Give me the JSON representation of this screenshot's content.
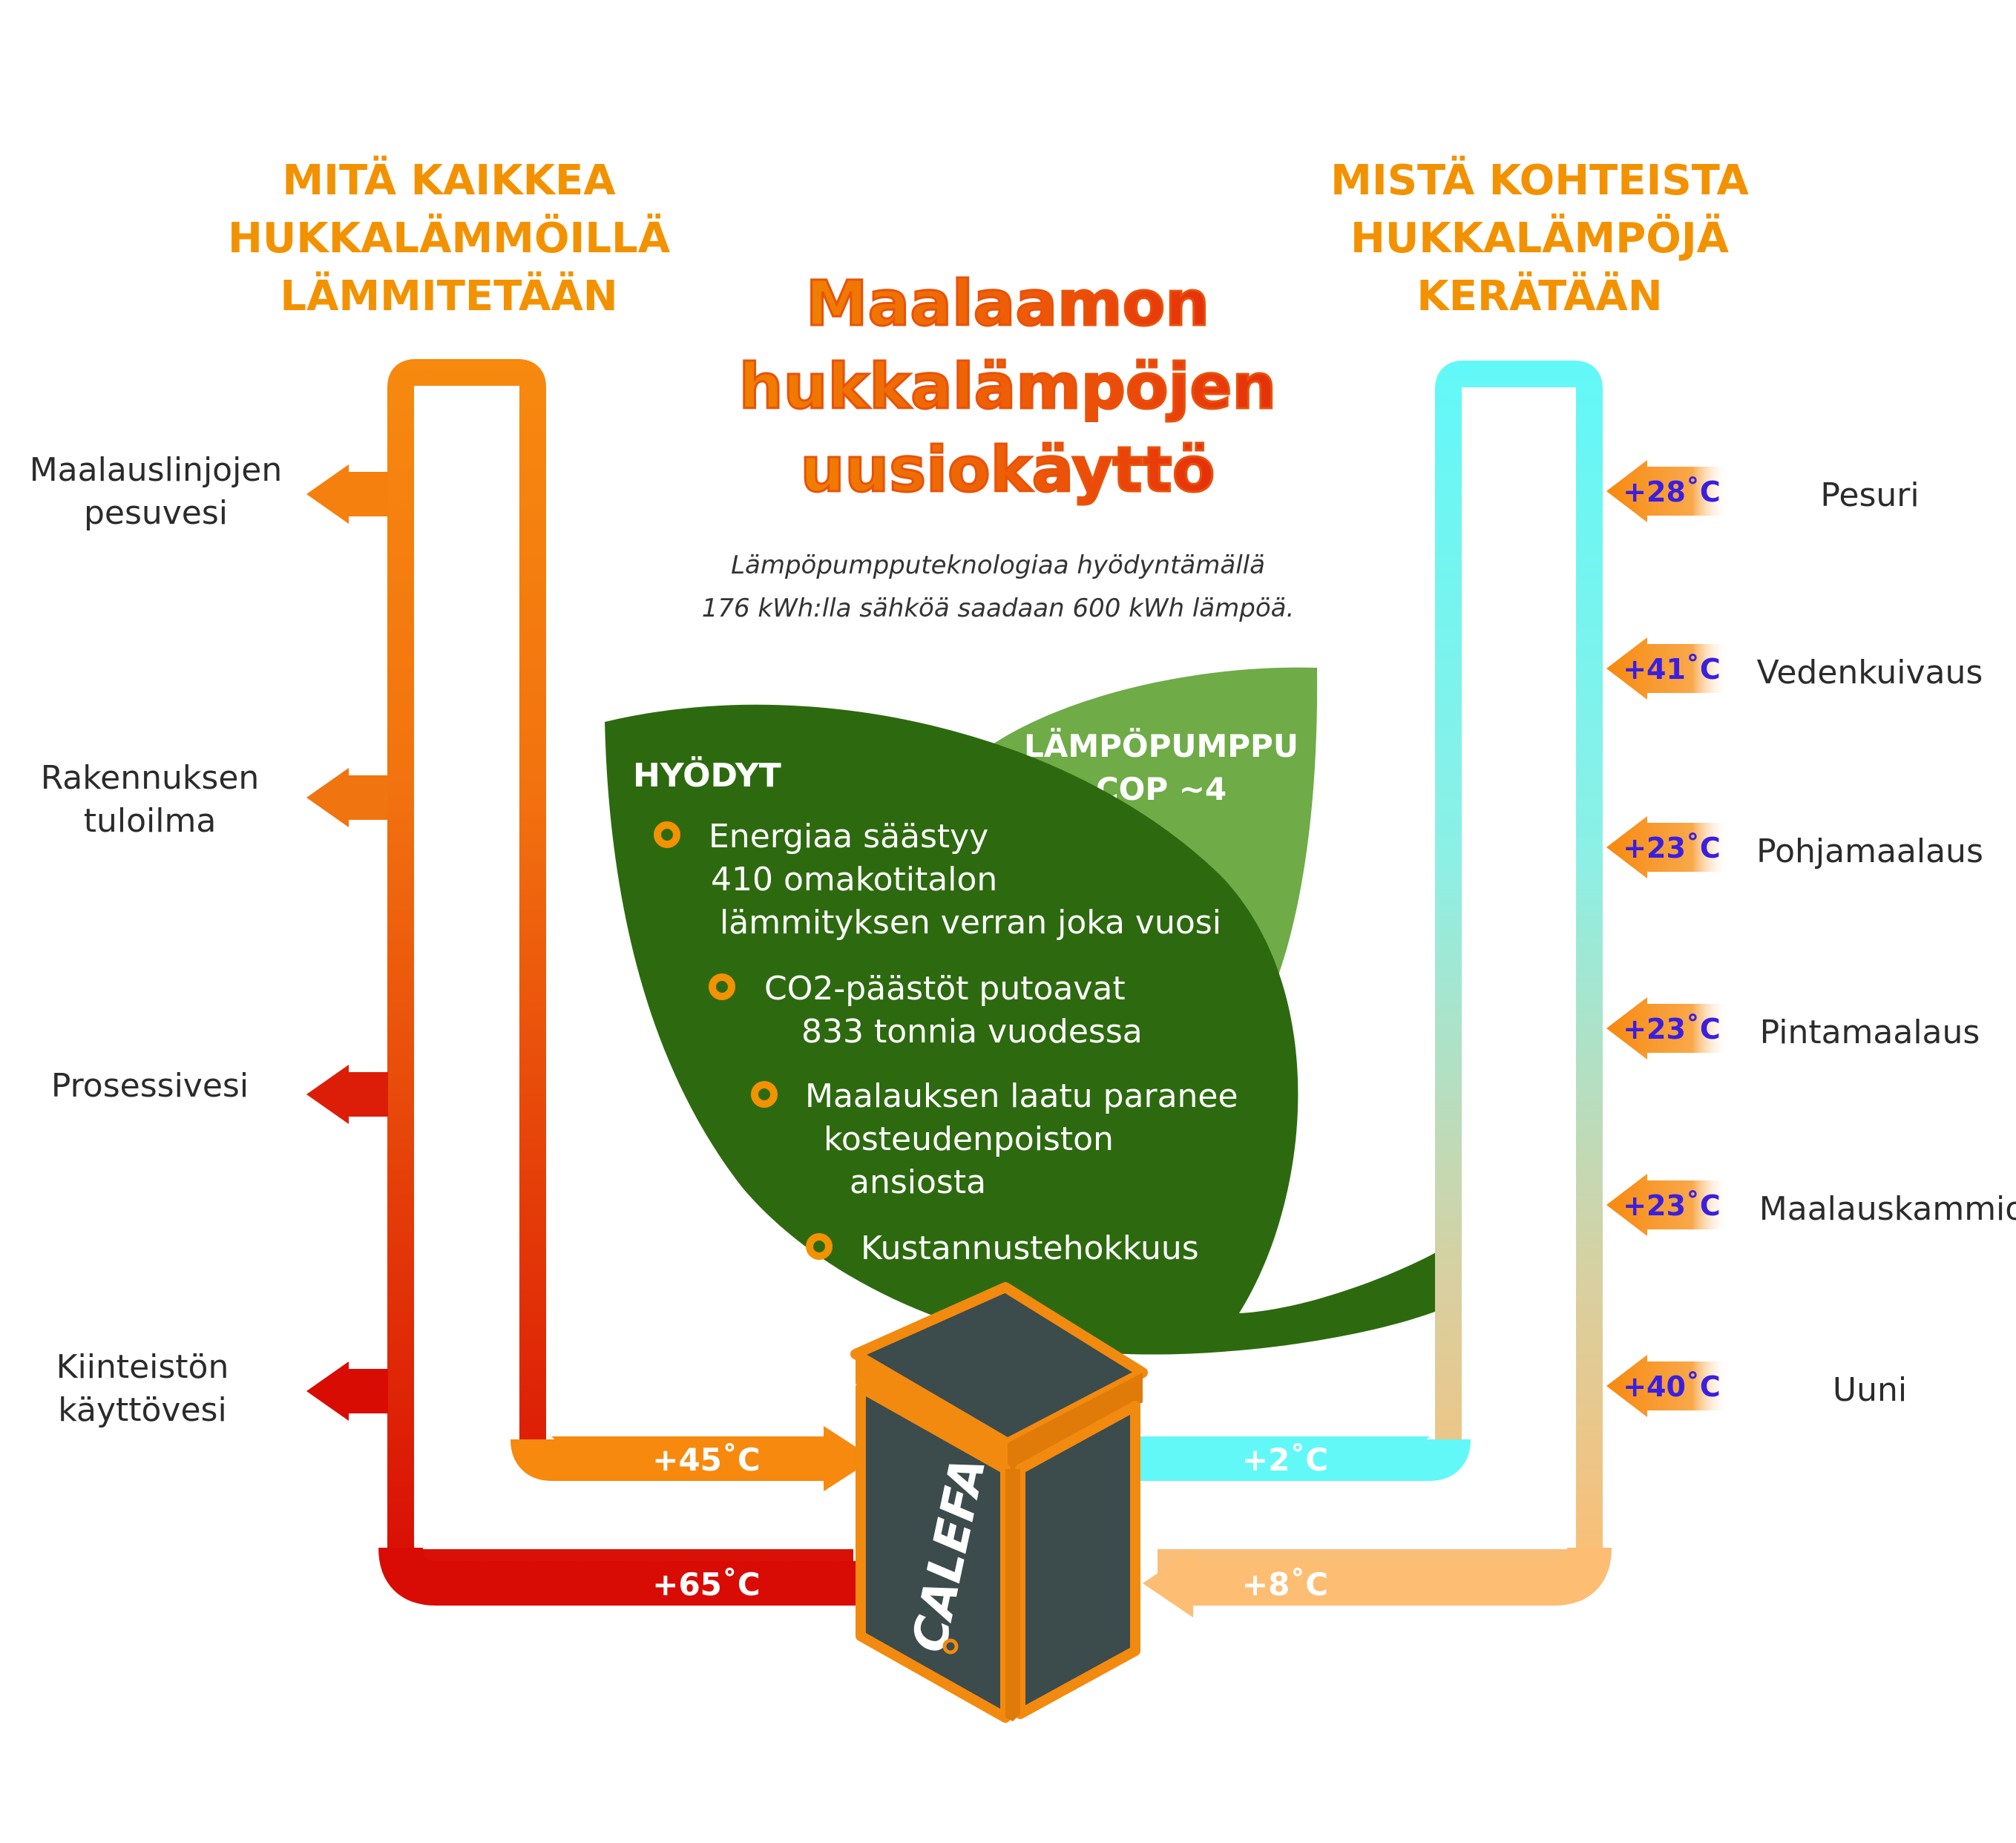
{
  "left_heading": [
    "MITÄ KAIKKEA",
    "HUKKALÄMMÖILLÄ",
    "LÄMMITETÄÄN"
  ],
  "right_heading": [
    "MISTÄ KOHTEISTA",
    "HUKKALÄMPÖJÄ",
    "KERÄTÄÄN"
  ],
  "title": [
    "Maalaamon",
    "hukkalämpöjen",
    "uusiokäyttö"
  ],
  "subtitle": [
    "Lämpöpumpputeknologiaa hyödyntämällä",
    "176 kWh:lla sähköä saadaan 600 kWh lämpöä."
  ],
  "heat_pump": {
    "line1": "LÄMPÖPUMPPU",
    "line2": "COP ~4"
  },
  "benefits": {
    "heading": "HYÖDYT",
    "items": [
      [
        "Energiaa säästyy",
        "410 omakotitalon",
        "lämmityksen verran joka vuosi"
      ],
      [
        "CO2-päästöt putoavat",
        "833 tonnia vuodessa"
      ],
      [
        "Maalauksen laatu paranee",
        "kosteudenpoiston",
        "ansiosta"
      ],
      [
        "Kustannustehokkuus"
      ]
    ]
  },
  "outputs": [
    {
      "label": [
        "Maalauslinjojen",
        "pesuvesi"
      ],
      "color": "#f5800e"
    },
    {
      "label": [
        "Rakennuksen",
        "tuloilma"
      ],
      "color": "#f07410"
    },
    {
      "label": [
        "Prosessivesi"
      ],
      "color": "#dc1e08"
    },
    {
      "label": [
        "Kiinteistön",
        "käyttövesi"
      ],
      "color": "#d90c04"
    }
  ],
  "sources": [
    {
      "temp": "+28˚C",
      "label": "Pesuri"
    },
    {
      "temp": "+41˚C",
      "label": "Vedenkuivaus"
    },
    {
      "temp": "+23˚C",
      "label": "Pohjamaalaus"
    },
    {
      "temp": "+23˚C",
      "label": "Pintamaalaus"
    },
    {
      "temp": "+23˚C",
      "label": "Maalauskammio"
    },
    {
      "temp": "+40˚C",
      "label": "Uuni"
    }
  ],
  "pipe_temps": {
    "t45": "+45˚C",
    "t65": "+65˚C",
    "t2": "+2˚C",
    "t8": "+8˚C"
  },
  "brand": "CALEFA",
  "colors": {
    "heading_orange": "#f39200",
    "title_orange": "#f07800",
    "title_red": "#e8320a",
    "leaf_dark": "#2d6a0f",
    "leaf_light": "#6fab47",
    "pipe_orange": "#f7890f",
    "pipe_red": "#d80c05",
    "pipe_cyan": "#62f8f8",
    "pipe_peach": "#fdbd73",
    "temp_blue": "#3a1fe0",
    "box_dark": "#3c4b4c",
    "box_orange": "#f28a0f",
    "text_dark": "#2b2b2b"
  }
}
